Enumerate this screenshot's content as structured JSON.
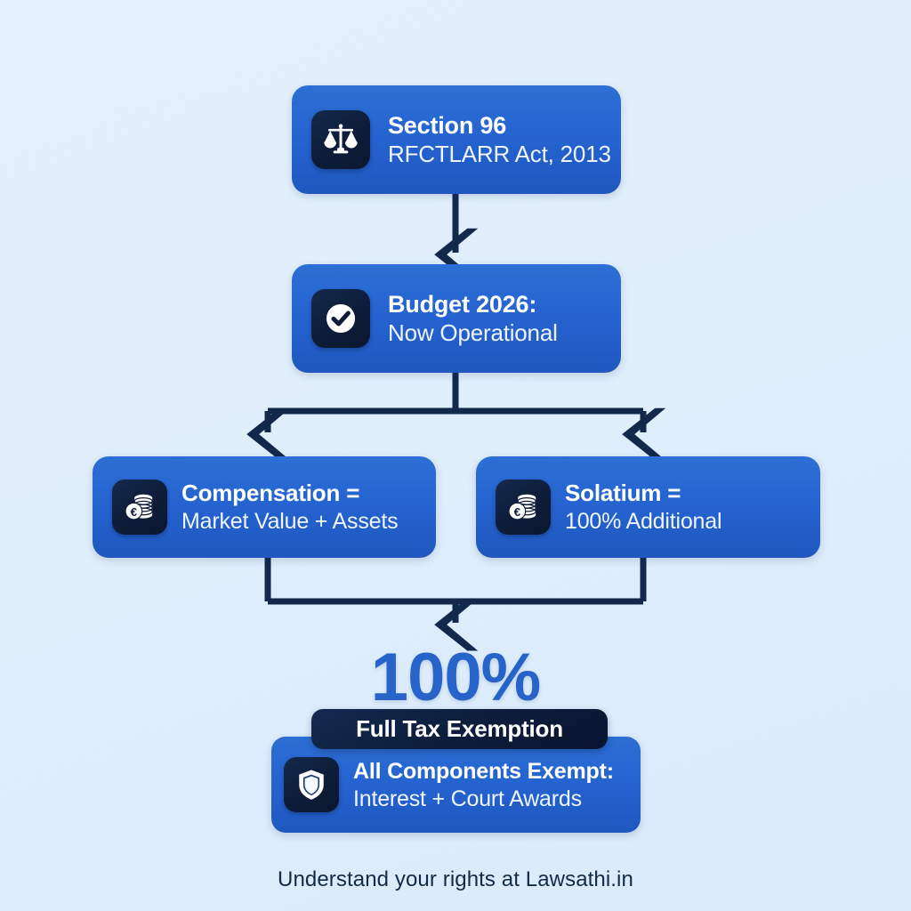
{
  "theme": {
    "background_color": "#e1effb",
    "card_blue": "#2563d0",
    "icon_tile_navy": "#0d1c38",
    "badge_navy": "#0c1c39",
    "percent_blue": "#2763c9",
    "connector_navy": "#12294c",
    "text_white": "#ffffff",
    "footer_text_color": "#132a47"
  },
  "nodes": {
    "section96": {
      "icon": "scales-of-justice-icon",
      "title": "Section 96",
      "subtitle": "RFCTLARR Act, 2013"
    },
    "budget2026": {
      "icon": "check-circle-icon",
      "title": "Budget 2026:",
      "subtitle": "Now Operational"
    },
    "compensation": {
      "icon": "coins-euro-icon",
      "title": "Compensation =",
      "subtitle": "Market Value + Assets"
    },
    "solatium": {
      "icon": "coins-euro-icon",
      "title": "Solatium =",
      "subtitle": "100% Additional"
    },
    "exempt": {
      "icon": "shield-icon",
      "title": "All Components Exempt:",
      "subtitle": "Interest + Court Awards"
    }
  },
  "highlight": {
    "percent": "100%",
    "badge_label": "Full Tax Exemption"
  },
  "footer": {
    "note": "Understand your rights at Lawsathi.in"
  },
  "flow": {
    "edges": [
      {
        "from": "section96",
        "to": "budget2026",
        "style": "straight-arrow-down"
      },
      {
        "from": "budget2026",
        "to": "compensation",
        "style": "split-arrow-down-left"
      },
      {
        "from": "budget2026",
        "to": "solatium",
        "style": "split-arrow-down-right"
      },
      {
        "from": "compensation",
        "to": "exempt",
        "style": "merge-arrow-down"
      },
      {
        "from": "solatium",
        "to": "exempt",
        "style": "merge-arrow-down"
      }
    ]
  }
}
